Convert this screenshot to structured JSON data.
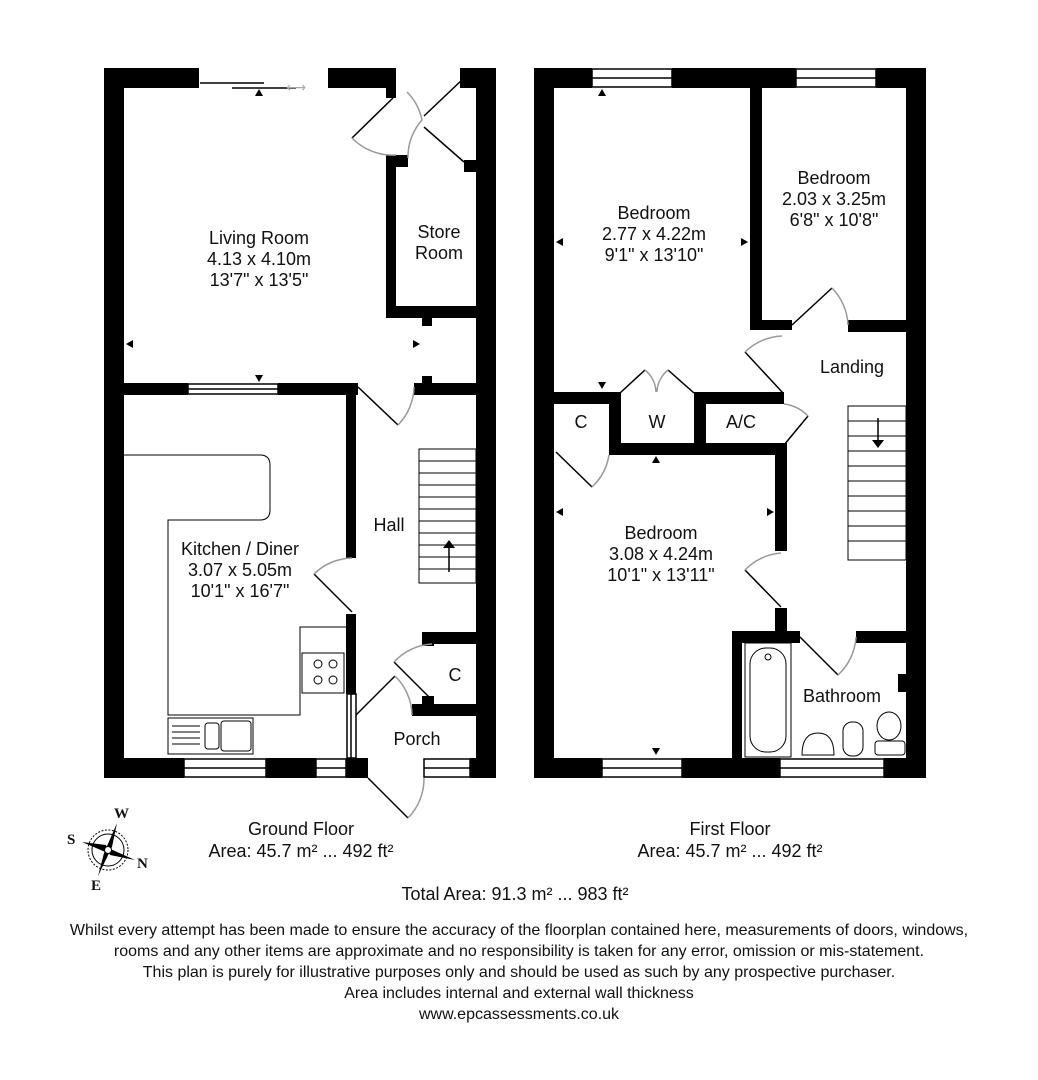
{
  "ground_floor": {
    "title": "Ground Floor",
    "area": "Area: 45.7 m² ... 492 ft²",
    "rooms": {
      "living_room": {
        "name": "Living Room",
        "metric": "4.13 x 4.10m",
        "imperial": "13'7\" x 13'5\""
      },
      "store_room": {
        "name_line1": "Store",
        "name_line2": "Room"
      },
      "kitchen_diner": {
        "name": "Kitchen / Diner",
        "metric": "3.07 x 5.05m",
        "imperial": "10'1\" x 16'7\""
      },
      "hall": {
        "name": "Hall"
      },
      "cupboard": {
        "name": "C"
      },
      "porch": {
        "name": "Porch"
      }
    }
  },
  "first_floor": {
    "title": "First Floor",
    "area": "Area: 45.7 m² ... 492 ft²",
    "rooms": {
      "bedroom_1": {
        "name": "Bedroom",
        "metric": "2.77 x 4.22m",
        "imperial": "9'1\" x 13'10\""
      },
      "bedroom_2": {
        "name": "Bedroom",
        "metric": "2.03 x 3.25m",
        "imperial": "6'8\" x 10'8\""
      },
      "bedroom_3": {
        "name": "Bedroom",
        "metric": "3.08 x 4.24m",
        "imperial": "10'1\" x 13'11\""
      },
      "landing": {
        "name": "Landing"
      },
      "cupboard": {
        "name": "C"
      },
      "wardrobe": {
        "name": "W"
      },
      "airing_cupboard": {
        "name": "A/C"
      },
      "bathroom": {
        "name": "Bathroom"
      }
    }
  },
  "compass": {
    "w": "W",
    "s": "S",
    "n": "N",
    "e": "E"
  },
  "total_area": "Total Area: 91.3 m² ... 983 ft²",
  "disclaimer": {
    "line1": "Whilst every attempt has been made to ensure the accuracy of the floorplan contained here, measurements of doors, windows,",
    "line2": "rooms and any other items are approximate and no responsibility is taken for any error, omission or mis-statement.",
    "line3": "This plan is purely for illustrative purposes only and should be used as such by any prospective purchaser.",
    "line4": "Area includes internal and external wall thickness",
    "website": "www.epcassessments.co.uk"
  },
  "colors": {
    "wall": "#000000",
    "background": "#ffffff",
    "door_arc": "#999999"
  }
}
